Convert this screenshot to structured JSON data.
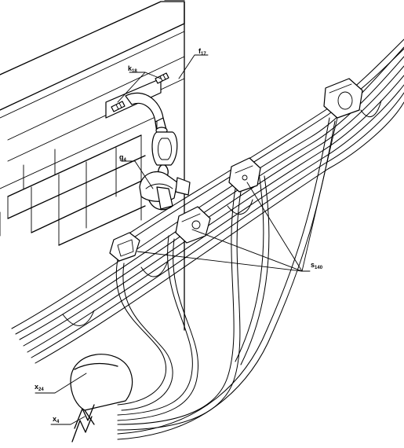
{
  "labels": {
    "k": "k",
    "k_sub": "18",
    "f": "f",
    "f_sub": "17",
    "g": "g",
    "g_sub": "4",
    "s": "s",
    "s_sub": "140",
    "x24": "x",
    "x24_sub": "24",
    "x4": "x",
    "x4_sub": "4"
  }
}
